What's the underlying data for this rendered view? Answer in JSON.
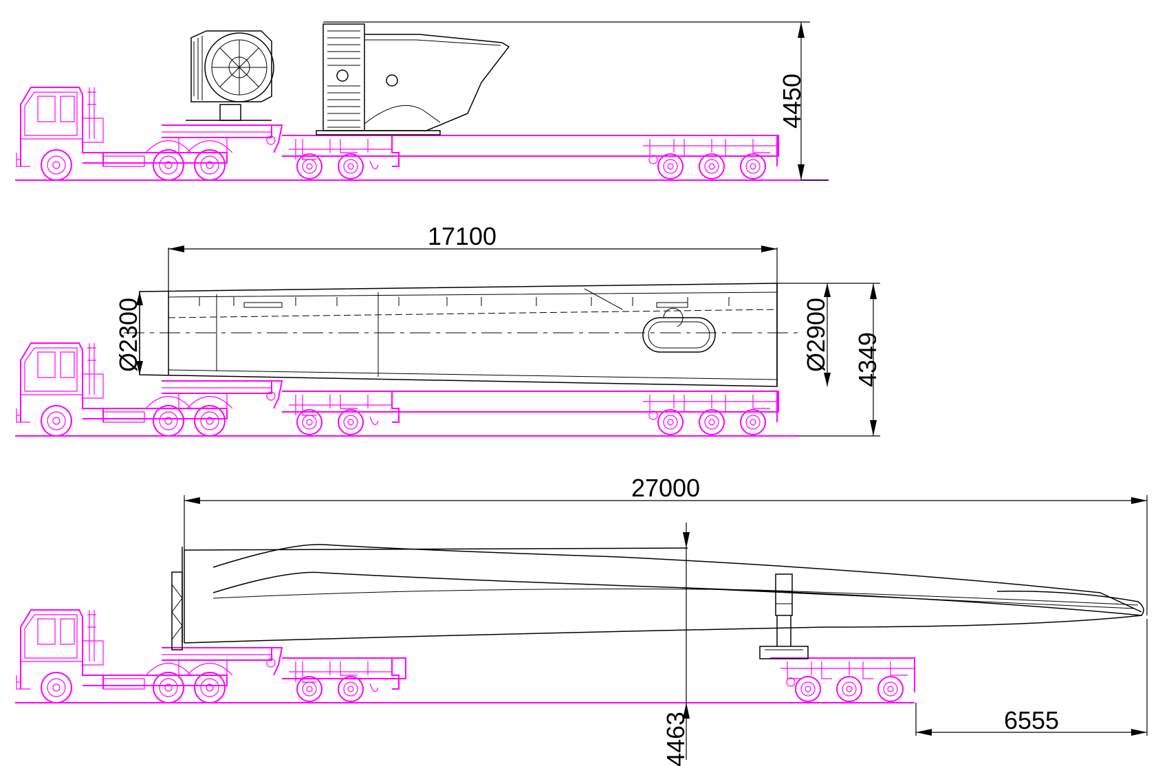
{
  "diagram": {
    "colors": {
      "vehicle": "#ff00ff",
      "cargo": "#000000",
      "dimension": "#000000"
    },
    "panels": [
      {
        "id": "nacelle-hub",
        "cargo": [
          "hub",
          "nacelle"
        ],
        "dimensions": {
          "height": "4450"
        }
      },
      {
        "id": "tower-section",
        "cargo": [
          "tower-section"
        ],
        "dimensions": {
          "length": "17100",
          "diameter_small": "Ø2300",
          "diameter_large": "Ø2900",
          "height": "4349"
        }
      },
      {
        "id": "blade",
        "cargo": [
          "blade"
        ],
        "dimensions": {
          "length": "27000",
          "height": "4463",
          "overhang": "6555"
        }
      }
    ]
  }
}
